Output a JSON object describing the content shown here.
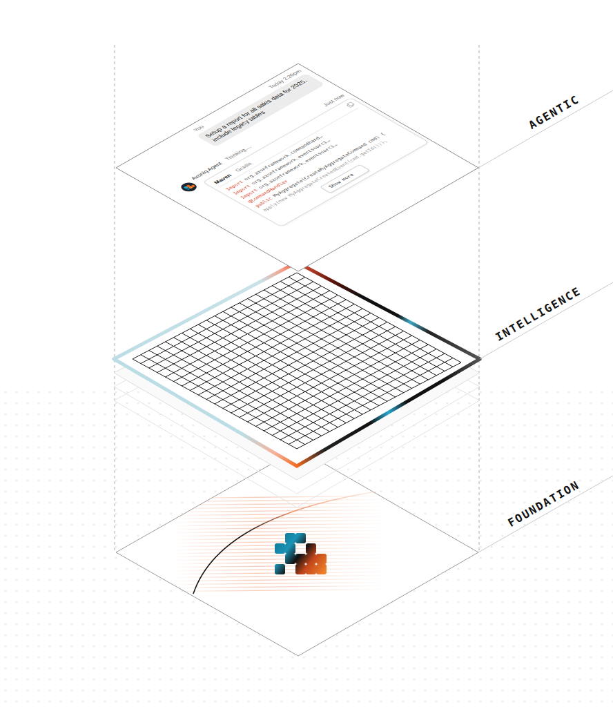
{
  "diagram": {
    "nodes": [
      {
        "text": [
          "Setup a report for all sales data for 2025, include legacy tables"
        ]
      },
      {
        "text": [
          "Maven",
          "Gradle",
          "Import",
          "org.axonframework.commandhand…",
          "Import",
          "org.axonframework.eventsourci…",
          "Import",
          "org.axonframework.eventsourci…",
          "@CommandHandler",
          "public",
          "MyAggregate(CreateMyAggregateCommand cmd) {",
          "apply(new MyAggregateCreatedEvent(cmd.getId()));"
        ]
      },
      {
        "text": [
          "Show more"
        ],
        "in": 1
      }
    ],
    "labels": [
      "You",
      "Today 2:20pm",
      "Axoniq Agent",
      "Thinking....",
      "Just now",
      "AGENTIC",
      "INTELLIGENCE",
      "FOUNDATION"
    ]
  }
}
